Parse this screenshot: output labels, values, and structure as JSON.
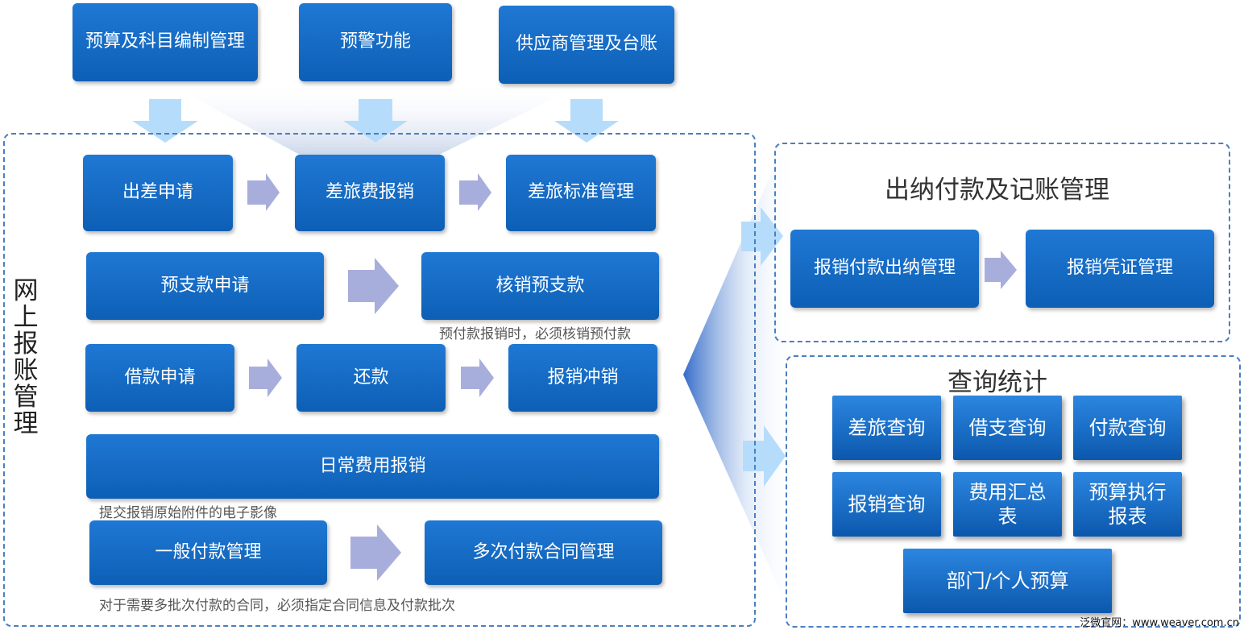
{
  "top": {
    "budget": "预算及科目编制管理",
    "warning": "预警功能",
    "supplier": "供应商管理及台账"
  },
  "online": {
    "title": "网上报账管理",
    "travel_apply": "出差申请",
    "travel_reimburse": "差旅费报销",
    "travel_standard": "差旅标准管理",
    "prepay_apply": "预支款申请",
    "prepay_writeoff": "核销预支款",
    "prepay_note": "预付款报销时，必须核销预付款",
    "loan_apply": "借款申请",
    "repay": "还款",
    "reimburse_offset": "报销冲销",
    "daily_expense": "日常费用报销",
    "daily_note": "提交报销原始附件的电子影像",
    "general_payment": "一般付款管理",
    "multi_payment": "多次付款合同管理",
    "multi_note": "对于需要多批次付款的合同，必须指定合同信息及付款批次"
  },
  "cashier": {
    "title": "出纳付款及记账管理",
    "payment": "报销付款出纳管理",
    "voucher": "报销凭证管理"
  },
  "query": {
    "title": "查询统计",
    "items": [
      "差旅查询",
      "借支查询",
      "付款查询",
      "报销查询",
      "费用汇总表",
      "预算执行报表",
      "部门/个人预算"
    ]
  },
  "footer": "泛微官网：www.weaver.com.cn",
  "colors": {
    "box": "#1369c4",
    "arrow": "#a8aedc",
    "light_arrow": "#b6dcfb",
    "dashed_border": "#4a7fbf"
  }
}
